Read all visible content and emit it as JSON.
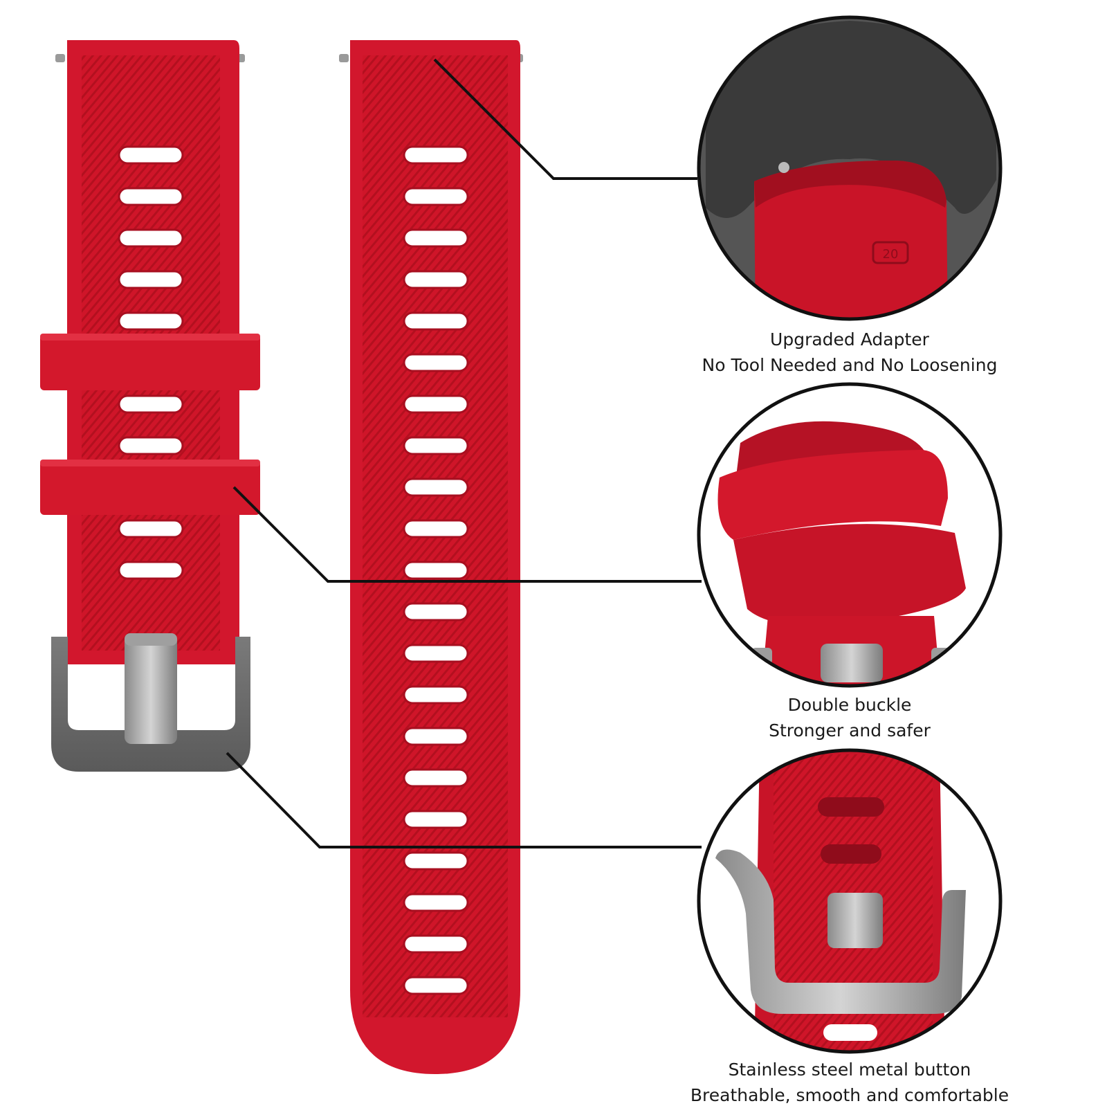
{
  "colors": {
    "strap_red": "#d2172d",
    "strap_dark_red": "#b51225",
    "metal": "#6e6e6e",
    "metal_light": "#b9b9b9",
    "adapter_gray": "#4a4a4a",
    "background": "#ffffff",
    "line": "#111111"
  },
  "icons": {
    "strap_short": "watch-strap-with-buckle",
    "strap_long": "watch-strap-with-holes",
    "adapter_closeup": "quick-release-adapter",
    "double_loop_closeup": "double-loop-buckle",
    "buckle_closeup": "steel-buckle"
  },
  "callouts": [
    {
      "title": "Upgraded Adapter",
      "subtitle": "No Tool Needed and No Loosening"
    },
    {
      "title": "Double buckle",
      "subtitle": "Stronger and safer"
    },
    {
      "title": "Stainless steel metal button",
      "subtitle": "Breathable, smooth and comfortable"
    }
  ],
  "closeup_marks": {
    "size_marking": "20"
  }
}
